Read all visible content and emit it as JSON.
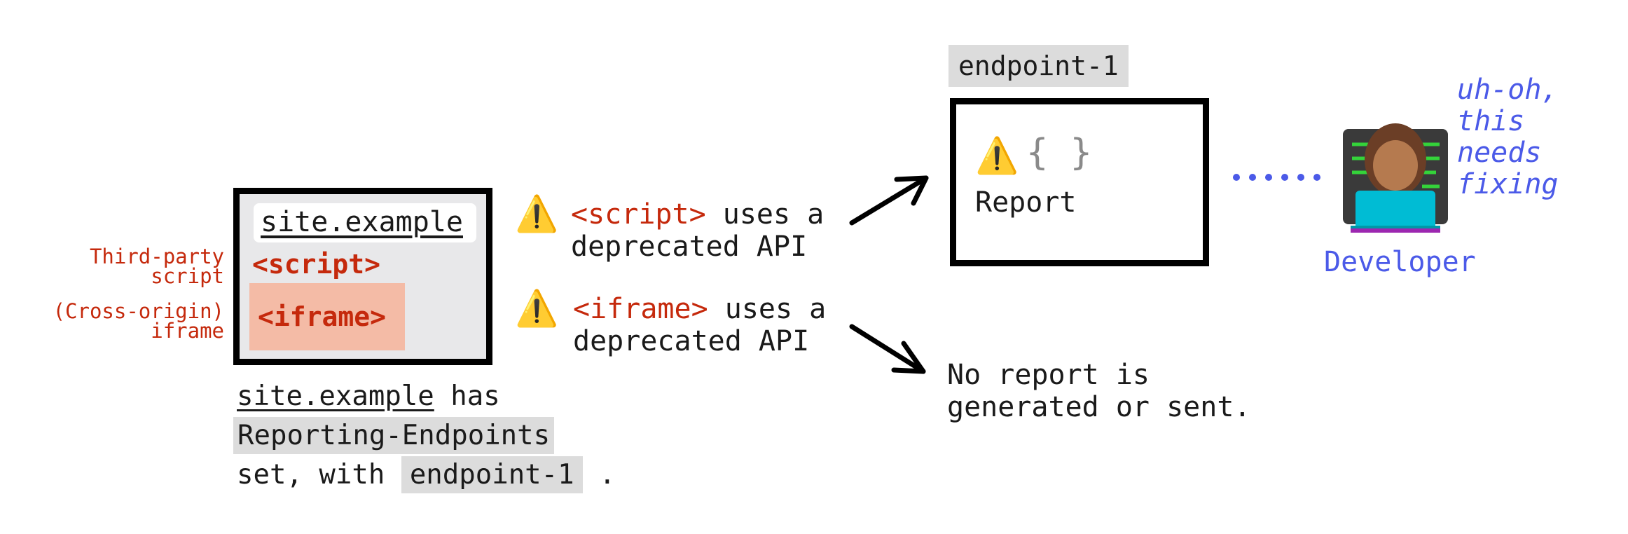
{
  "site": {
    "url": "site.example",
    "script_tag": "<script>",
    "iframe_tag": "<iframe>",
    "third_party_label": [
      "Third-party",
      "script"
    ],
    "cross_origin_label": [
      "(Cross-origin)",
      "iframe"
    ]
  },
  "caption": {
    "site_url": "site.example",
    "has": " has",
    "header_name": "Reporting-Endpoints",
    "set_with": "set, with ",
    "endpoint": "endpoint-1",
    "period": " ."
  },
  "messages": [
    {
      "tag": "<script>",
      "line1_rest": " uses a",
      "line2": "deprecated API"
    },
    {
      "tag": "<iframe>",
      "line1_rest": " uses a",
      "line2": "deprecated API"
    }
  ],
  "endpoint": {
    "label": "endpoint-1",
    "report_label": "Report",
    "braces": "{ }"
  },
  "no_report": [
    "No report is",
    "generated or sent."
  ],
  "developer": {
    "label": "Developer",
    "speech": [
      "uh-oh,",
      "this",
      "needs",
      "fixing"
    ]
  },
  "icons": {
    "warning": "warning-icon",
    "braces": "json-braces-icon",
    "developer": "developer-at-laptop-icon"
  },
  "colors": {
    "red": "#c5290c",
    "blue": "#4b5ae8",
    "iframe_fill": "#f4bba6",
    "highlight": "#dcdcdc"
  }
}
